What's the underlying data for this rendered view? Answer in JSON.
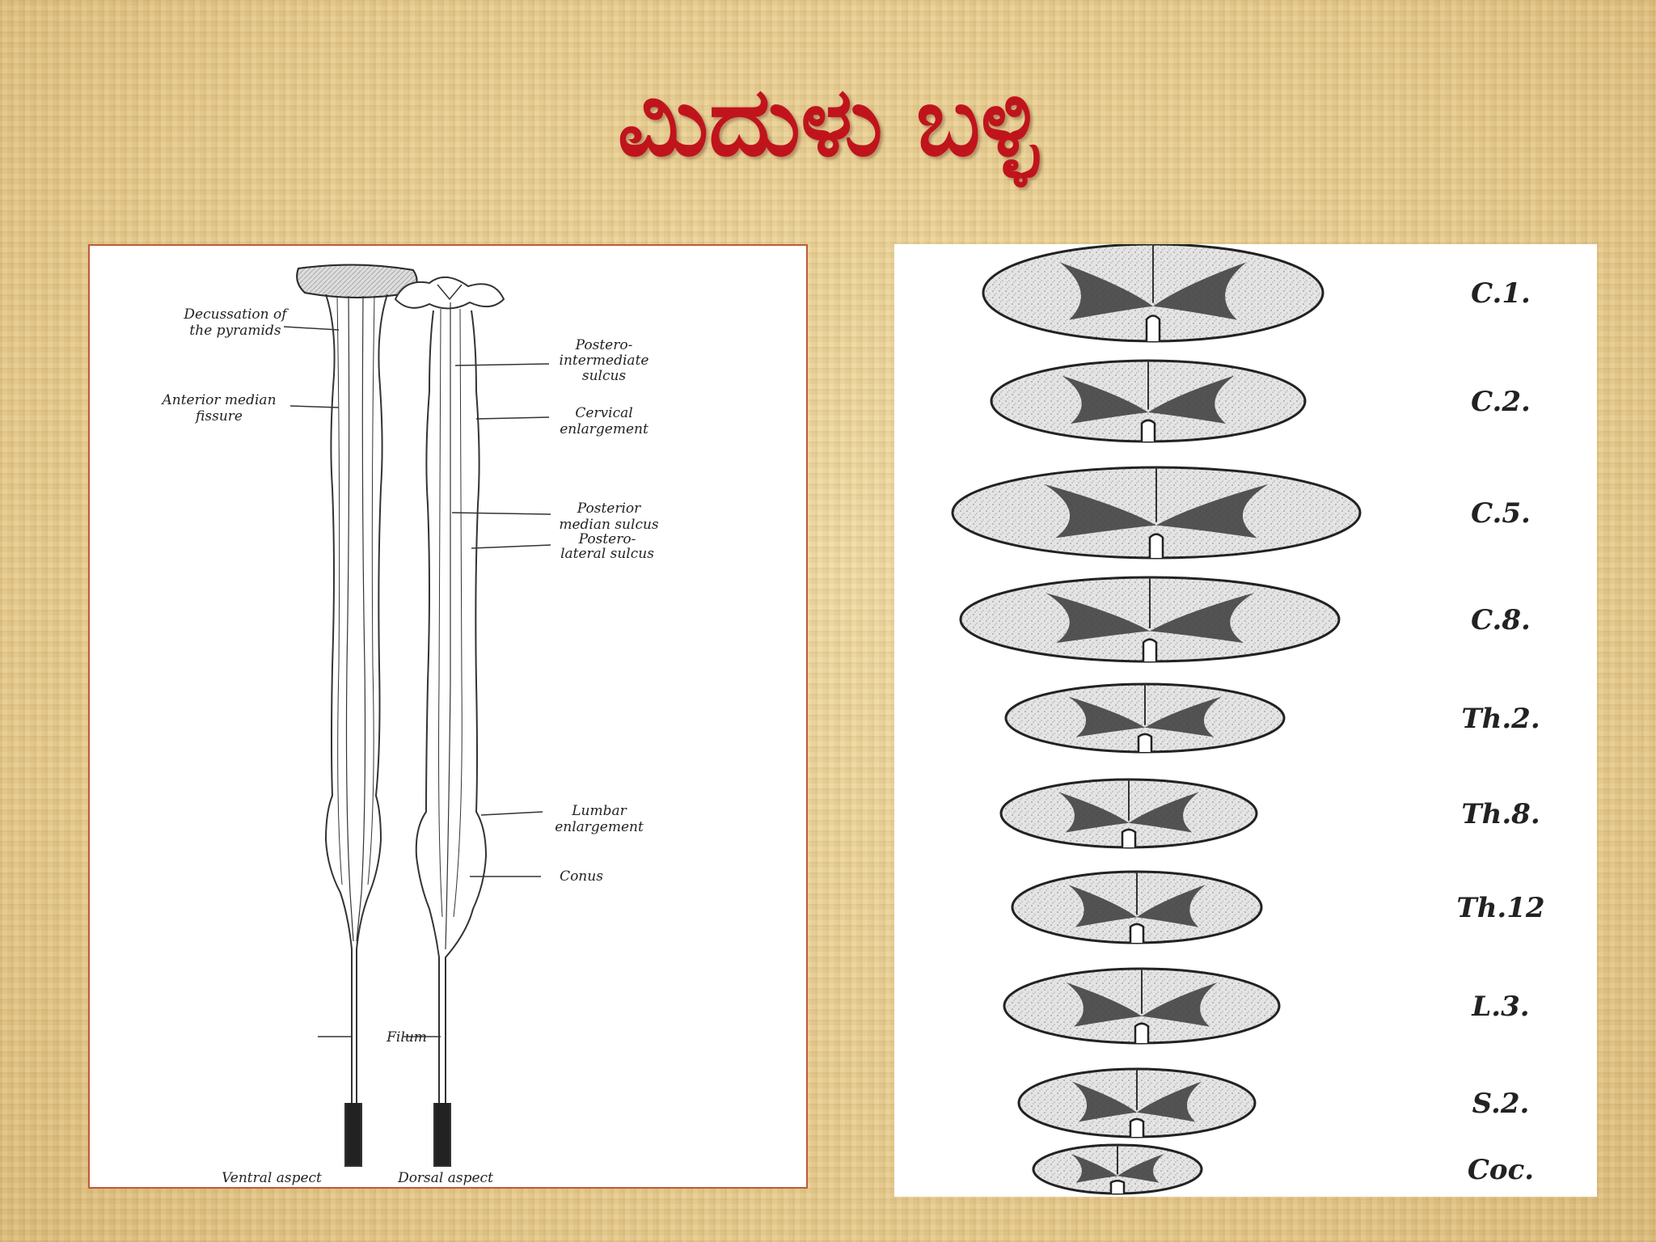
{
  "slide": {
    "title": "ಮಿದುಳು ಬಳ್ಳಿ"
  },
  "left_diagram": {
    "labels": {
      "decussation": [
        "Decussation of",
        "the pyramids"
      ],
      "anterior_median_fissure": [
        "Anterior median",
        "fissure"
      ],
      "postero_intermediate_sulcus": [
        "Postero-",
        "intermediate",
        "sulcus"
      ],
      "cervical_enlargement": [
        "Cervical",
        "enlargement"
      ],
      "posterior_median_sulcus": [
        "Posterior",
        "median sulcus"
      ],
      "postero_lateral_sulcus": [
        "Postero-",
        "lateral sulcus"
      ],
      "lumbar_enlargement": [
        "Lumbar",
        "enlargement"
      ],
      "conus": "Conus",
      "filum": "Filum",
      "ventral_aspect": "Ventral aspect",
      "dorsal_aspect": "Dorsal aspect"
    }
  },
  "right_diagram": {
    "sections": [
      {
        "label": "C.1."
      },
      {
        "label": "C.2."
      },
      {
        "label": "C.5."
      },
      {
        "label": "C.8."
      },
      {
        "label": "Th.2."
      },
      {
        "label": "Th.8."
      },
      {
        "label": "Th.12"
      },
      {
        "label": "L.3."
      },
      {
        "label": "S.2."
      },
      {
        "label": "Coc."
      }
    ]
  }
}
